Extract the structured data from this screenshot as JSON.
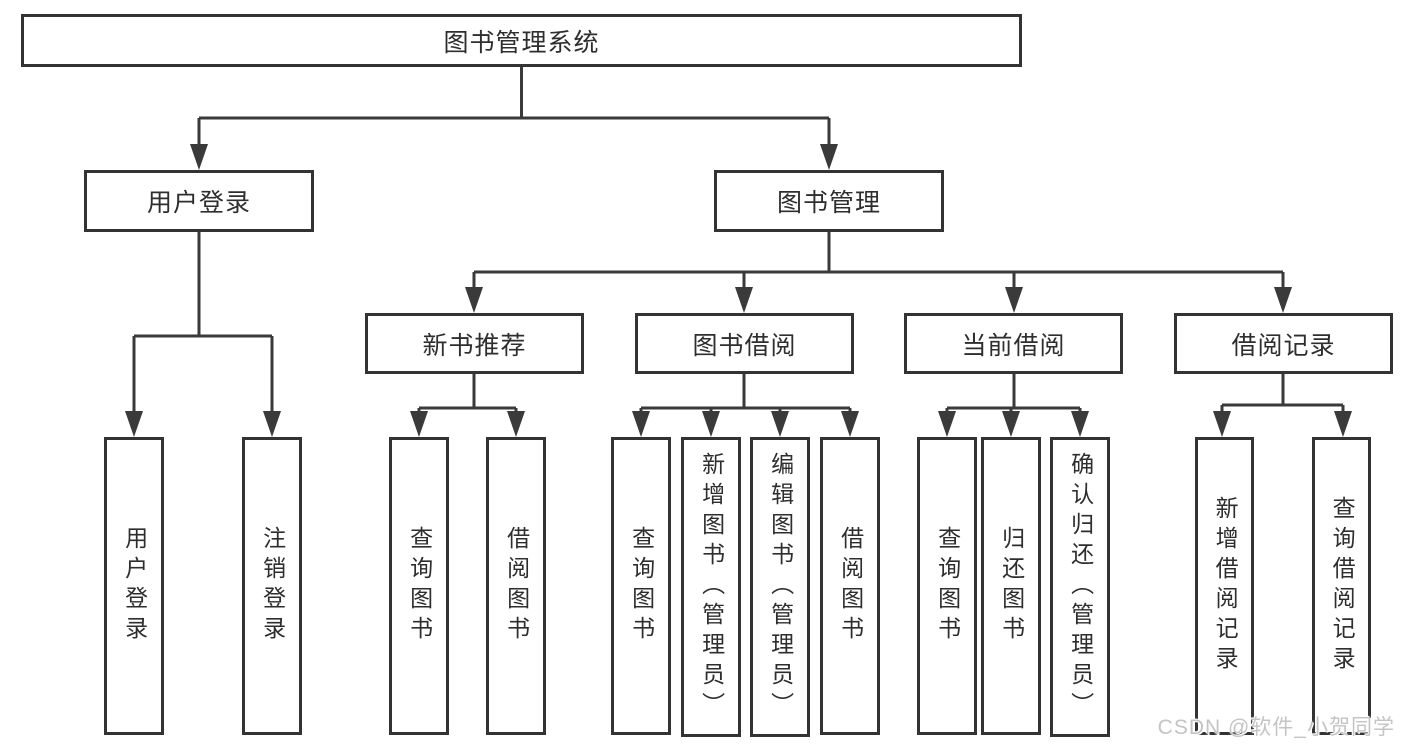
{
  "diagram_title": "图书管理系统",
  "colors": {
    "background": "#ffffff",
    "line": "#3a3a3a",
    "box_border": "#333333",
    "text": "#2e2e2e",
    "watermark_text": "#c4c4c4"
  },
  "tree": {
    "label": "图书管理系统",
    "children": [
      {
        "label": "用户登录",
        "children": [
          {
            "label": "用户登录"
          },
          {
            "label": "注销登录"
          }
        ]
      },
      {
        "label": "图书管理",
        "children": [
          {
            "label": "新书推荐",
            "children": [
              {
                "label": "查询图书"
              },
              {
                "label": "借阅图书"
              }
            ]
          },
          {
            "label": "图书借阅",
            "children": [
              {
                "label": "查询图书"
              },
              {
                "label": "新增图书（管理员）"
              },
              {
                "label": "编辑图书（管理员）"
              },
              {
                "label": "借阅图书"
              }
            ]
          },
          {
            "label": "当前借阅",
            "children": [
              {
                "label": "查询图书"
              },
              {
                "label": "归还图书"
              },
              {
                "label": "确认归还（管理员）"
              }
            ]
          },
          {
            "label": "借阅记录",
            "children": [
              {
                "label": "新增借阅记录"
              },
              {
                "label": "查询借阅记录"
              }
            ]
          }
        ]
      }
    ]
  },
  "watermark": {
    "text": "CSDN @软件_小贺同学"
  }
}
